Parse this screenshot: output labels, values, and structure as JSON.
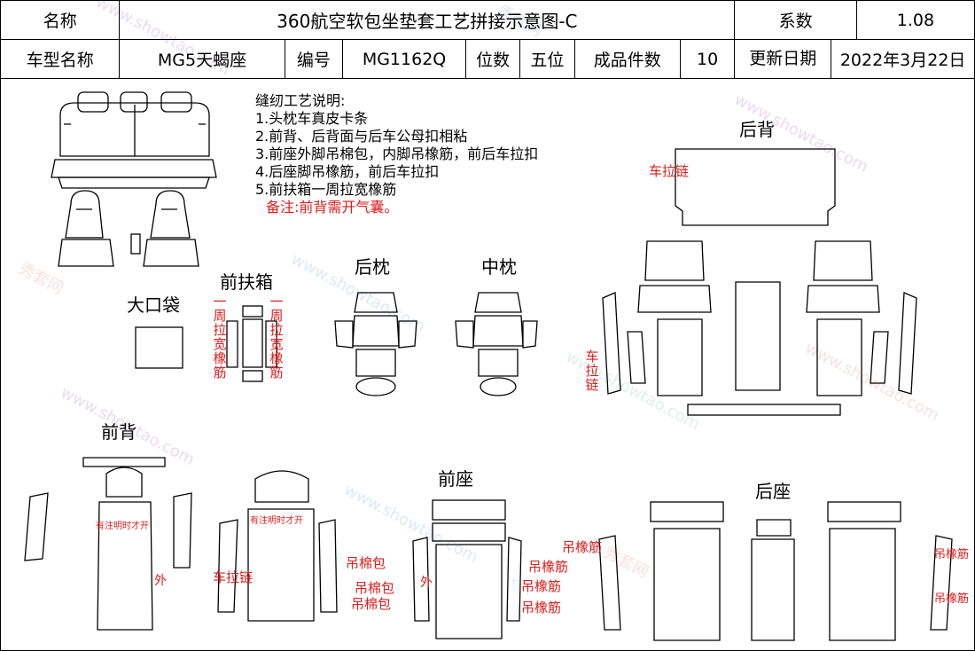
{
  "header": {
    "row1": {
      "name_label": "名称",
      "title": "360航空软包坐垫套工艺拼接示意图-C",
      "coef_label": "系数",
      "coef_value": "1.08"
    },
    "row2": {
      "model_label": "车型名称",
      "model_value": "MG5天蝎座",
      "code_label": "编号",
      "code_value": "MG1162Q",
      "seats_label": "位数",
      "seats_value": "五位",
      "pieces_label": "成品件数",
      "pieces_value": "10",
      "date_label": "更新日期",
      "date_value": "2022年3月22日"
    }
  },
  "notes": {
    "title": "缝纫工艺说明:",
    "items": [
      "1.头枕车真皮卡条",
      "2.前背、后背面与后车公母扣相粘",
      "3.前座外脚吊棉包，内脚吊橡筋，前后车拉扣",
      "4.后座脚吊橡筋，前后车拉扣",
      "5.前扶箱一周拉宽橡筋"
    ],
    "remark": "备注:前背需开气囊。"
  },
  "sections": {
    "rear_back": "后背",
    "front_armrest": "前扶箱",
    "big_pocket": "大口袋",
    "rear_headrest": "后枕",
    "middle_headrest": "中枕",
    "front_back": "前背",
    "front_seat": "前座",
    "rear_seat": "后座"
  },
  "annotations": {
    "zipper": "车拉链",
    "zipper_vertical": "车拉链",
    "armrest_elastic": "一周拉宽橡筋",
    "airbag_left": "有注明时才开",
    "airbag_right": "有注明时才开",
    "outer": "外",
    "front_back_zipper": "车拉链",
    "cotton_pack": "吊棉包",
    "elastic": "吊橡筋"
  },
  "watermark": {
    "brand": "秀套网",
    "site": "www.showtao.com"
  },
  "colors": {
    "annotation": "#e21b1b",
    "line": "#000000"
  }
}
